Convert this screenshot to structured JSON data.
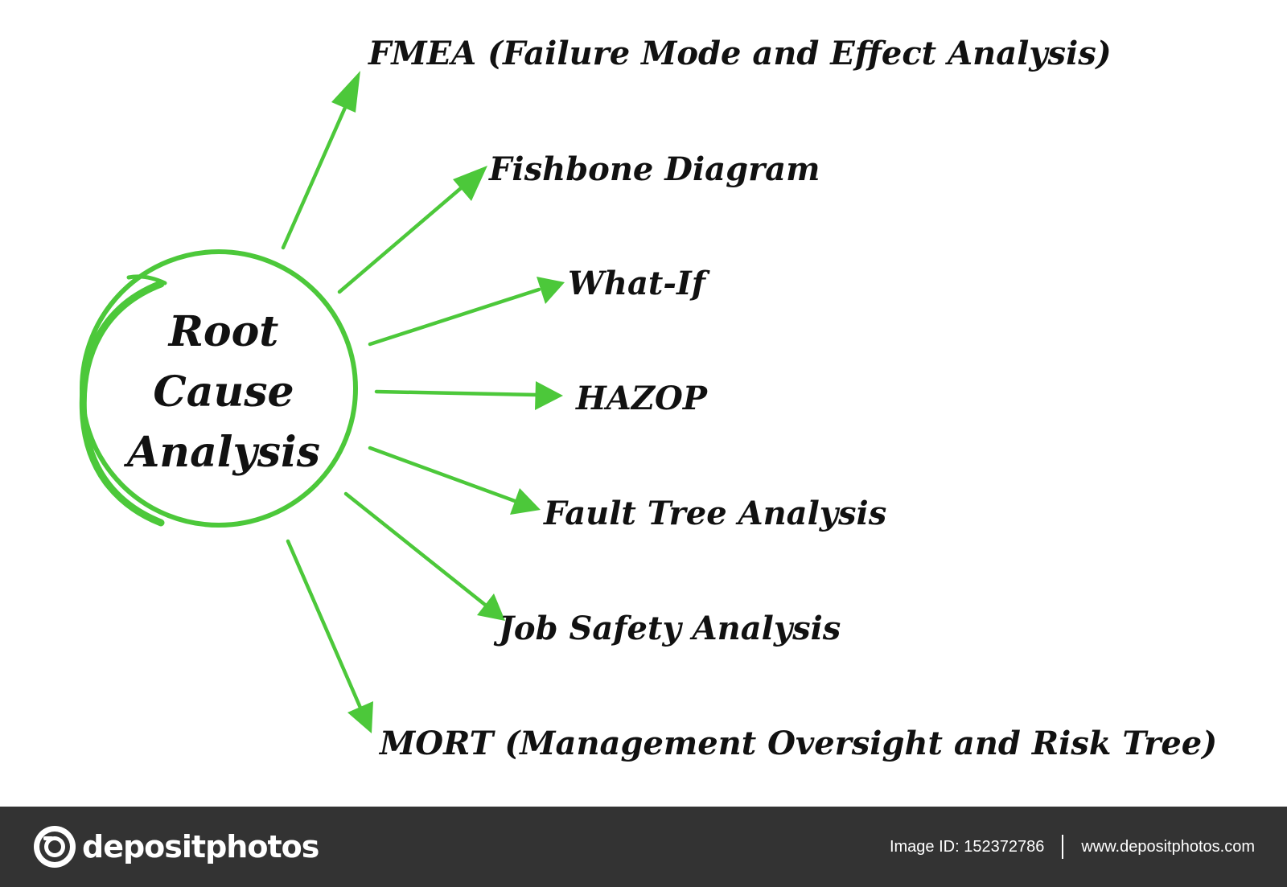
{
  "center": {
    "title_lines": [
      "Root",
      "Cause",
      "Analysis"
    ]
  },
  "branches": [
    {
      "label": "FMEA (Failure Mode and Effect Analysis)"
    },
    {
      "label": "Fishbone Diagram"
    },
    {
      "label": "What-If"
    },
    {
      "label": "HAZOP"
    },
    {
      "label": "Fault Tree Analysis"
    },
    {
      "label": "Job Safety Analysis"
    },
    {
      "label": "MORT (Management Oversight and Risk Tree)"
    }
  ],
  "footer": {
    "brand": "depositphotos",
    "image_id": "Image ID: 152372786",
    "website": "www.depositphotos.com"
  },
  "colors": {
    "accent": "#4cc83a",
    "text": "#111111",
    "footer_bg": "#333333"
  },
  "icons": {
    "logo": "camera-aperture-icon"
  }
}
